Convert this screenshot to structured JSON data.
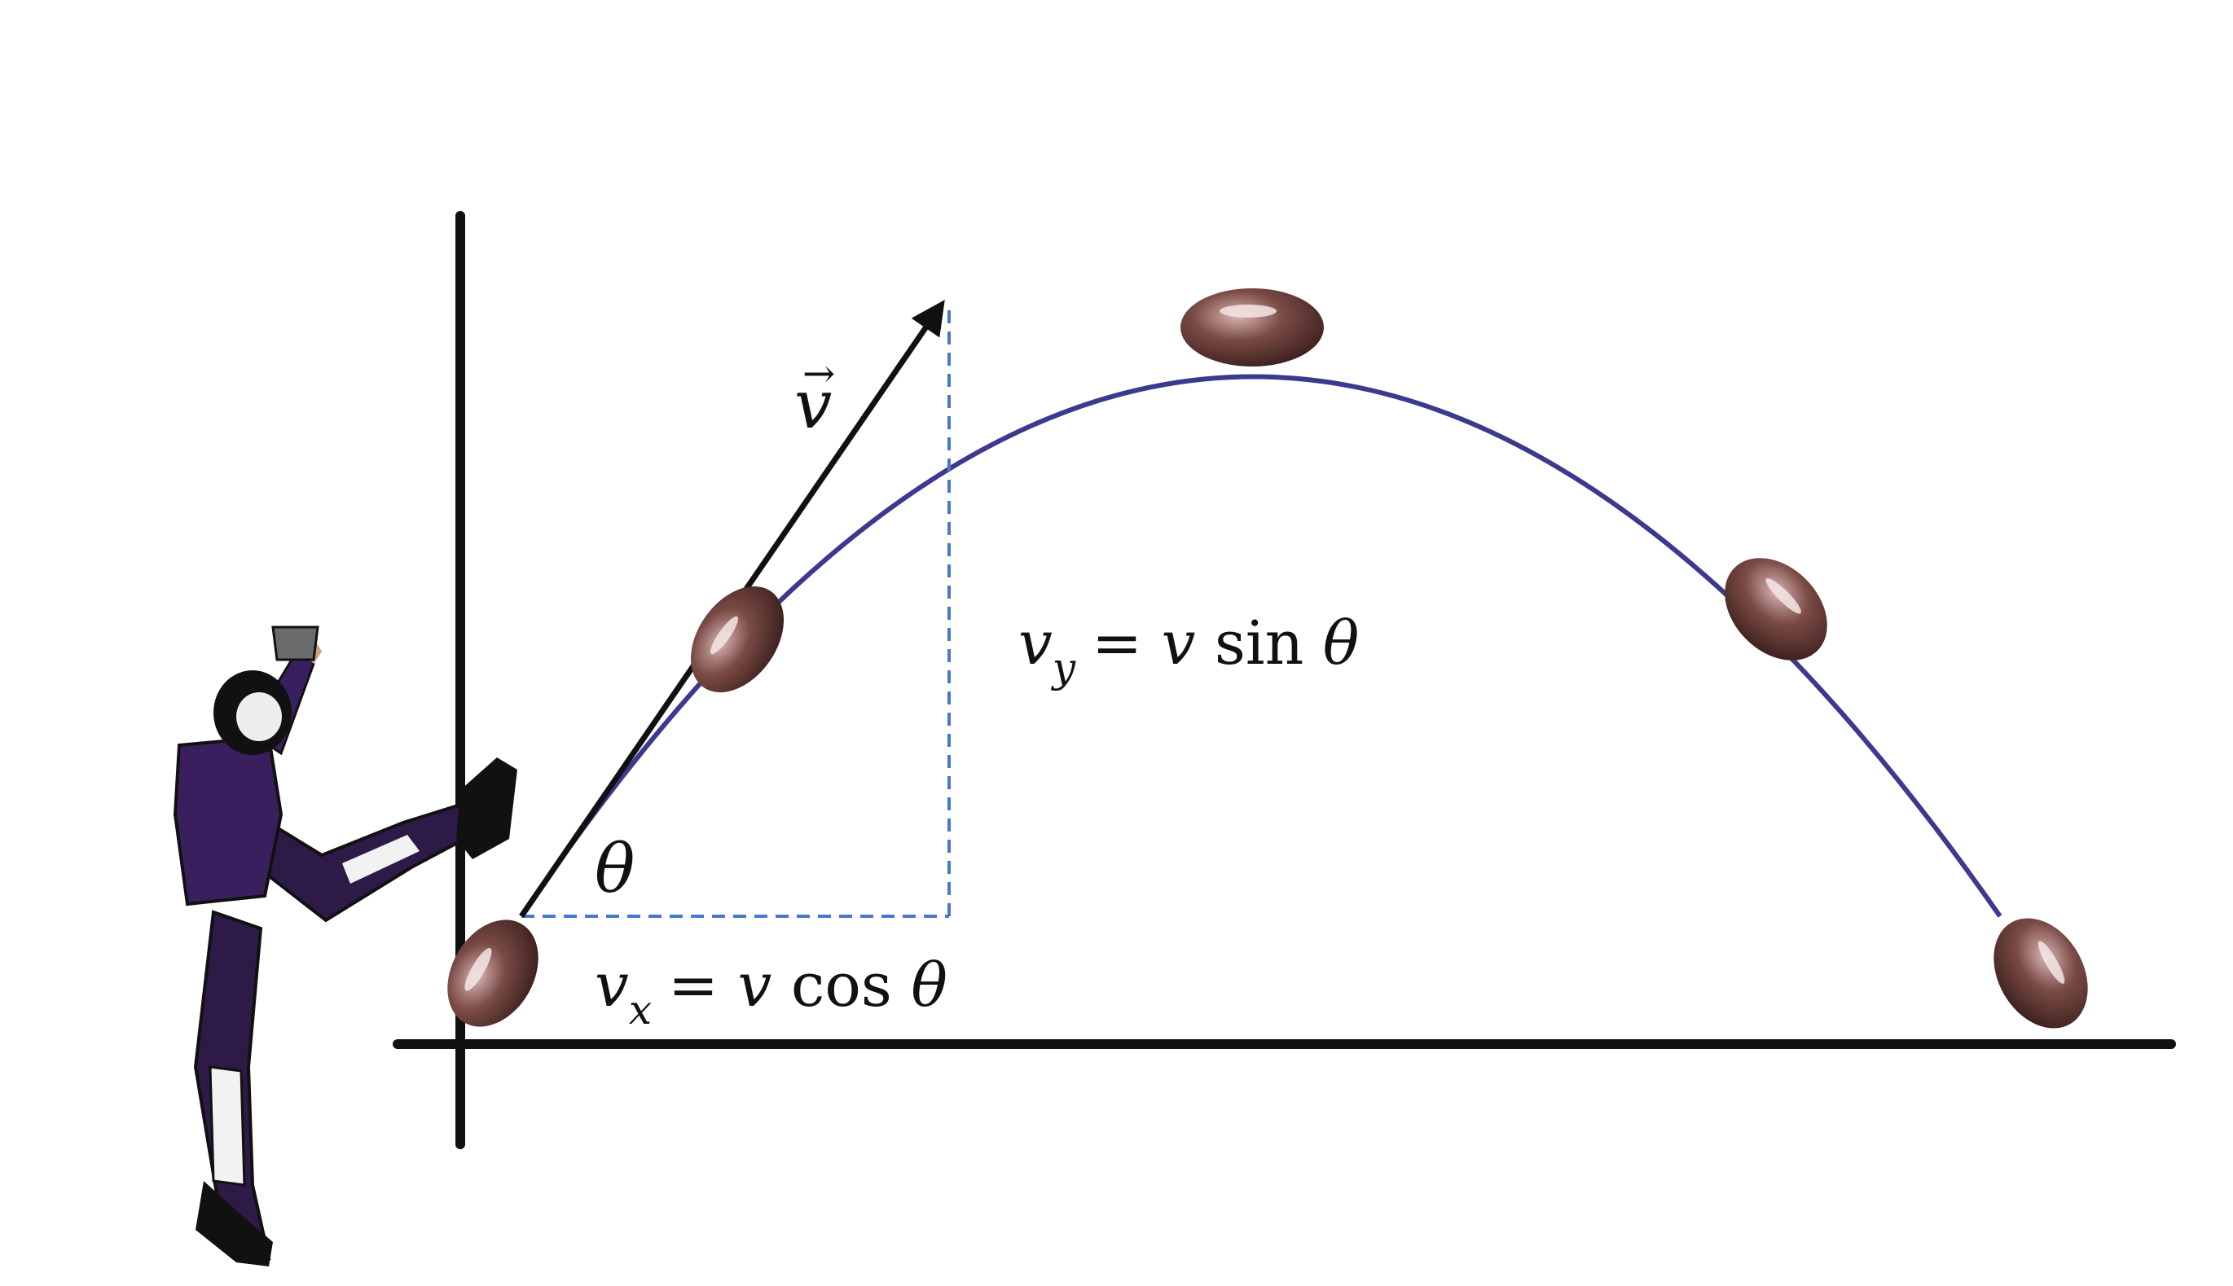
{
  "diagram": {
    "labels": {
      "velocity_vector": "v",
      "vector_arrow": "→",
      "angle": "θ",
      "vy_equation": {
        "var": "v",
        "sub": "y",
        "rest_pre": "= v ",
        "func": "sin",
        "rest_post": " θ"
      },
      "vx_equation": {
        "var": "v",
        "sub": "x",
        "rest_pre": "= v ",
        "func": "cos",
        "rest_post": " θ"
      }
    },
    "colors": {
      "axes": "#111111",
      "trajectory": "#3b3a8f",
      "dashed_components": "#4a78c8",
      "velocity_arrow": "#111111",
      "football": "#6b3f3a",
      "football_highlight": "#f4e6e6",
      "player_jersey": "#3a1f5e",
      "player_pants": "#2d1a47"
    },
    "icons": [
      "kicker-figure",
      "football-icon"
    ]
  }
}
